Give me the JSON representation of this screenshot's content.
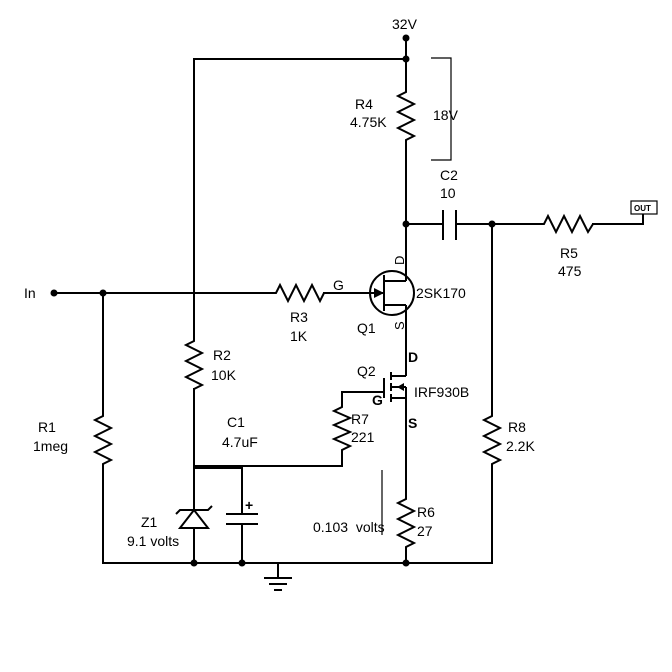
{
  "supply": {
    "voltage": "32V"
  },
  "input": {
    "label": "In"
  },
  "output": {
    "label": "OUT"
  },
  "ground": {
    "icon": "ground-icon"
  },
  "annotations": {
    "drop_r4": "18V",
    "drop_r6": "0.103  volts"
  },
  "components": {
    "R1": {
      "ref": "R1",
      "value": "1meg"
    },
    "R2": {
      "ref": "R2",
      "value": "10K"
    },
    "R3": {
      "ref": "R3",
      "value": "1K"
    },
    "R4": {
      "ref": "R4",
      "value": "4.75K"
    },
    "R5": {
      "ref": "R5",
      "value": "475"
    },
    "R6": {
      "ref": "R6",
      "value": "27"
    },
    "R7": {
      "ref": "R7",
      "value": "221"
    },
    "R8": {
      "ref": "R8",
      "value": "2.2K"
    },
    "C1": {
      "ref": "C1",
      "value": "4.7uF",
      "polarity": "+"
    },
    "C2": {
      "ref": "C2",
      "value": "10"
    },
    "Z1": {
      "ref": "Z1",
      "value": "9.1 volts"
    },
    "Q1": {
      "ref": "Q1",
      "part": "2SK170",
      "pin_g": "G",
      "pin_d": "D",
      "pin_s": "S"
    },
    "Q2": {
      "ref": "Q2",
      "part": "IRF930B",
      "pin_g": "G",
      "pin_d": "D",
      "pin_s": "S"
    }
  }
}
